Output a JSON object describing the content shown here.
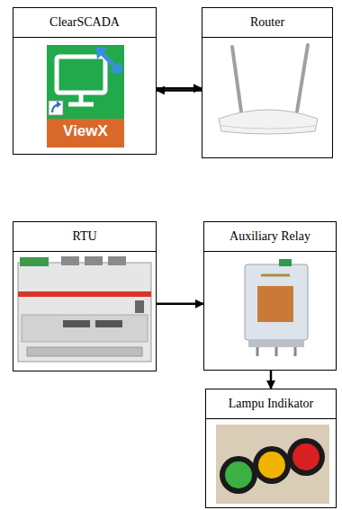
{
  "diagram": {
    "nodes": [
      {
        "text": [
          "ClearSCADA"
        ]
      },
      {
        "text": [
          "Router"
        ]
      },
      {
        "text": [
          "RTU"
        ]
      },
      {
        "text": [
          "Auxiliary Relay"
        ]
      },
      {
        "text": [
          "Lampu Indikator"
        ]
      }
    ],
    "edges": [
      {
        "from": 0,
        "to": 1,
        "arrow": "to"
      },
      {
        "from": 1,
        "to": 2,
        "arrow": "to"
      },
      {
        "from": 2,
        "to": 3,
        "arrow": "to"
      },
      {
        "from": 3,
        "to": 4,
        "arrow": "to"
      }
    ],
    "labels": [
      "ViewX"
    ]
  }
}
